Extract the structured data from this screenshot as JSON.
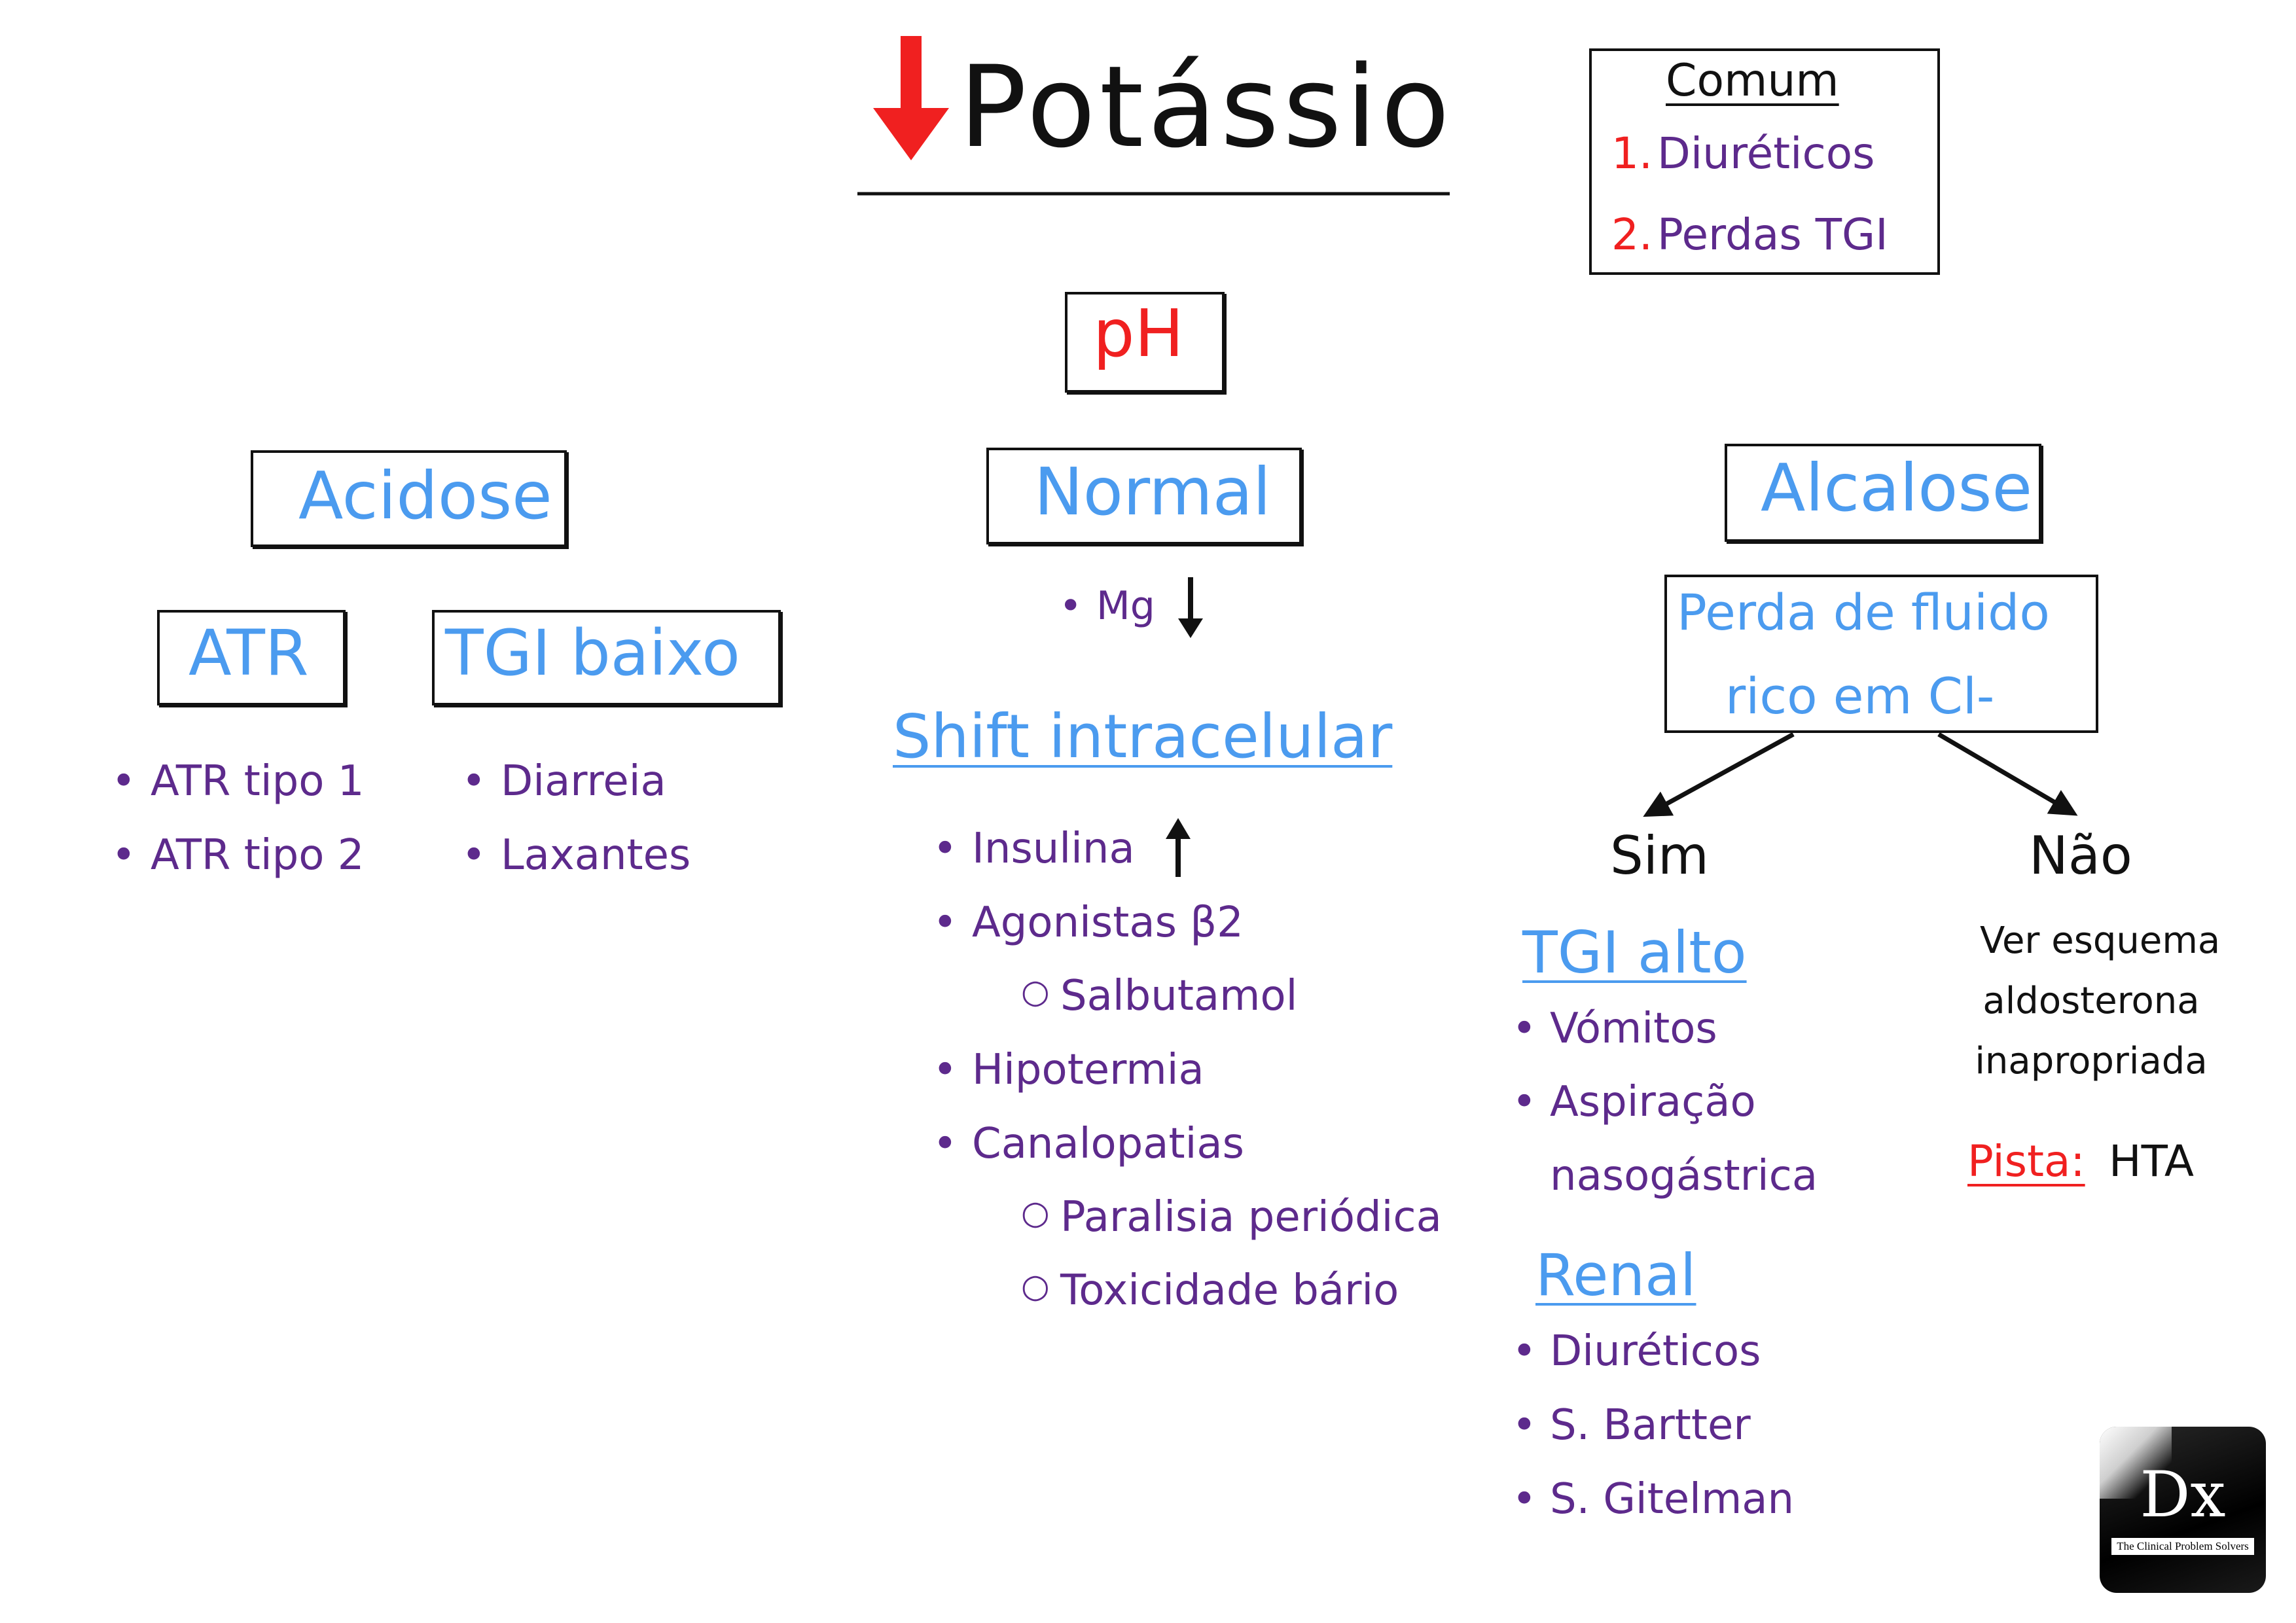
{
  "title": "Potássio",
  "comum": {
    "heading": "Comum",
    "items": [
      {
        "num": "1.",
        "text": "Diuréticos"
      },
      {
        "num": "2.",
        "text": "Perdas TGI"
      }
    ]
  },
  "ph": "pH",
  "acidose": {
    "label": "Acidose",
    "atr": {
      "label": "ATR",
      "items": [
        "ATR tipo 1",
        "ATR tipo 2"
      ]
    },
    "tgi_baixo": {
      "label": "TGI baixo",
      "items": [
        "Diarreia",
        "Laxantes"
      ]
    }
  },
  "normal": {
    "label": "Normal",
    "mg": "Mg",
    "shift_title": "Shift intracelular",
    "insulina": "Insulina",
    "agonistas": "Agonistas β2",
    "salbutamol": "Salbutamol",
    "hipotermia": "Hipotermia",
    "canalopatias": "Canalopatias",
    "paralisia": "Paralisia periódica",
    "toxicidade": "Toxicidade bário"
  },
  "alcalose": {
    "label": "Alcalose",
    "perda_line1": "Perda de fluido",
    "perda_line2": "rico em Cl-",
    "sim": "Sim",
    "nao": "Não",
    "tgi_alto": {
      "title": "TGI alto",
      "items": [
        "Vómitos",
        "Aspiração",
        "nasogástrica"
      ]
    },
    "renal": {
      "title": "Renal",
      "items": [
        "Diuréticos",
        "S. Bartter",
        "S. Gitelman"
      ]
    },
    "ver_esquema": [
      "Ver esquema",
      "aldosterona",
      "inapropriada"
    ],
    "pista_label": "Pista:",
    "pista_value": "HTA"
  },
  "logo": {
    "mark": "Dx",
    "subtitle": "The Clinical Problem Solvers"
  },
  "colors": {
    "blue": "#4b9bef",
    "purple": "#5d2a8c",
    "red": "#f02020",
    "black": "#111111"
  }
}
